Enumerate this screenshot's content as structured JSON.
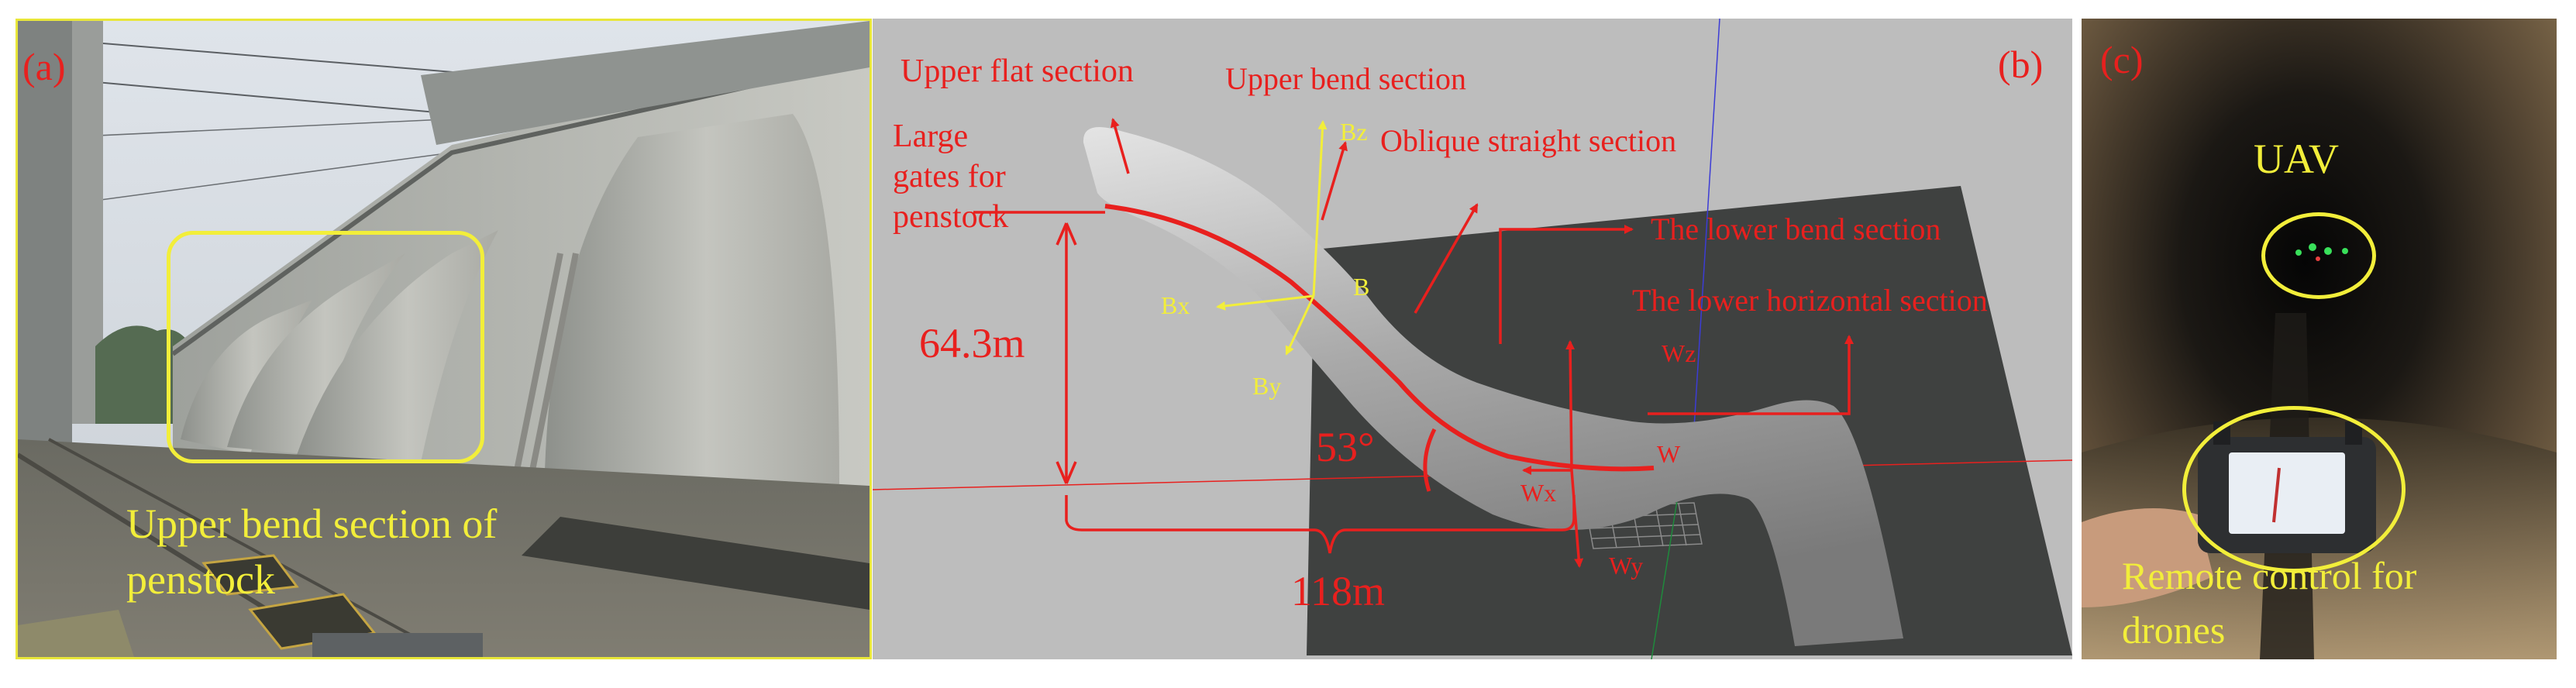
{
  "panel_a": {
    "tag": "(a)",
    "caption_line1": "Upper bend section of",
    "caption_line2": "penstock"
  },
  "panel_b": {
    "tag": "(b)",
    "upper_flat": "Upper flat section",
    "upper_bend": "Upper bend section",
    "oblique": "Oblique straight section",
    "large_gates_1": "Large",
    "large_gates_2": "gates for",
    "large_gates_3": "penstock",
    "lower_bend": "The lower bend section",
    "lower_horizontal": "The lower horizontal section",
    "height": "64.3m",
    "length": "118m",
    "angle": "53°",
    "point_b": "B",
    "point_w": "W",
    "bx": "Bx",
    "by": "By",
    "bz": "Bz",
    "wx": "Wx",
    "wy": "Wy",
    "wz": "Wz"
  },
  "panel_c": {
    "tag": "(c)",
    "uav": "UAV",
    "remote_line1": "Remote control for",
    "remote_line2": "drones"
  },
  "colors": {
    "annotation_red": "#e8201e",
    "annotation_yellow": "#f2ee3a",
    "frame_yellow": "#e8e63a",
    "background_gray": "#bdbdbd",
    "ground_dark": "#3f4140"
  }
}
